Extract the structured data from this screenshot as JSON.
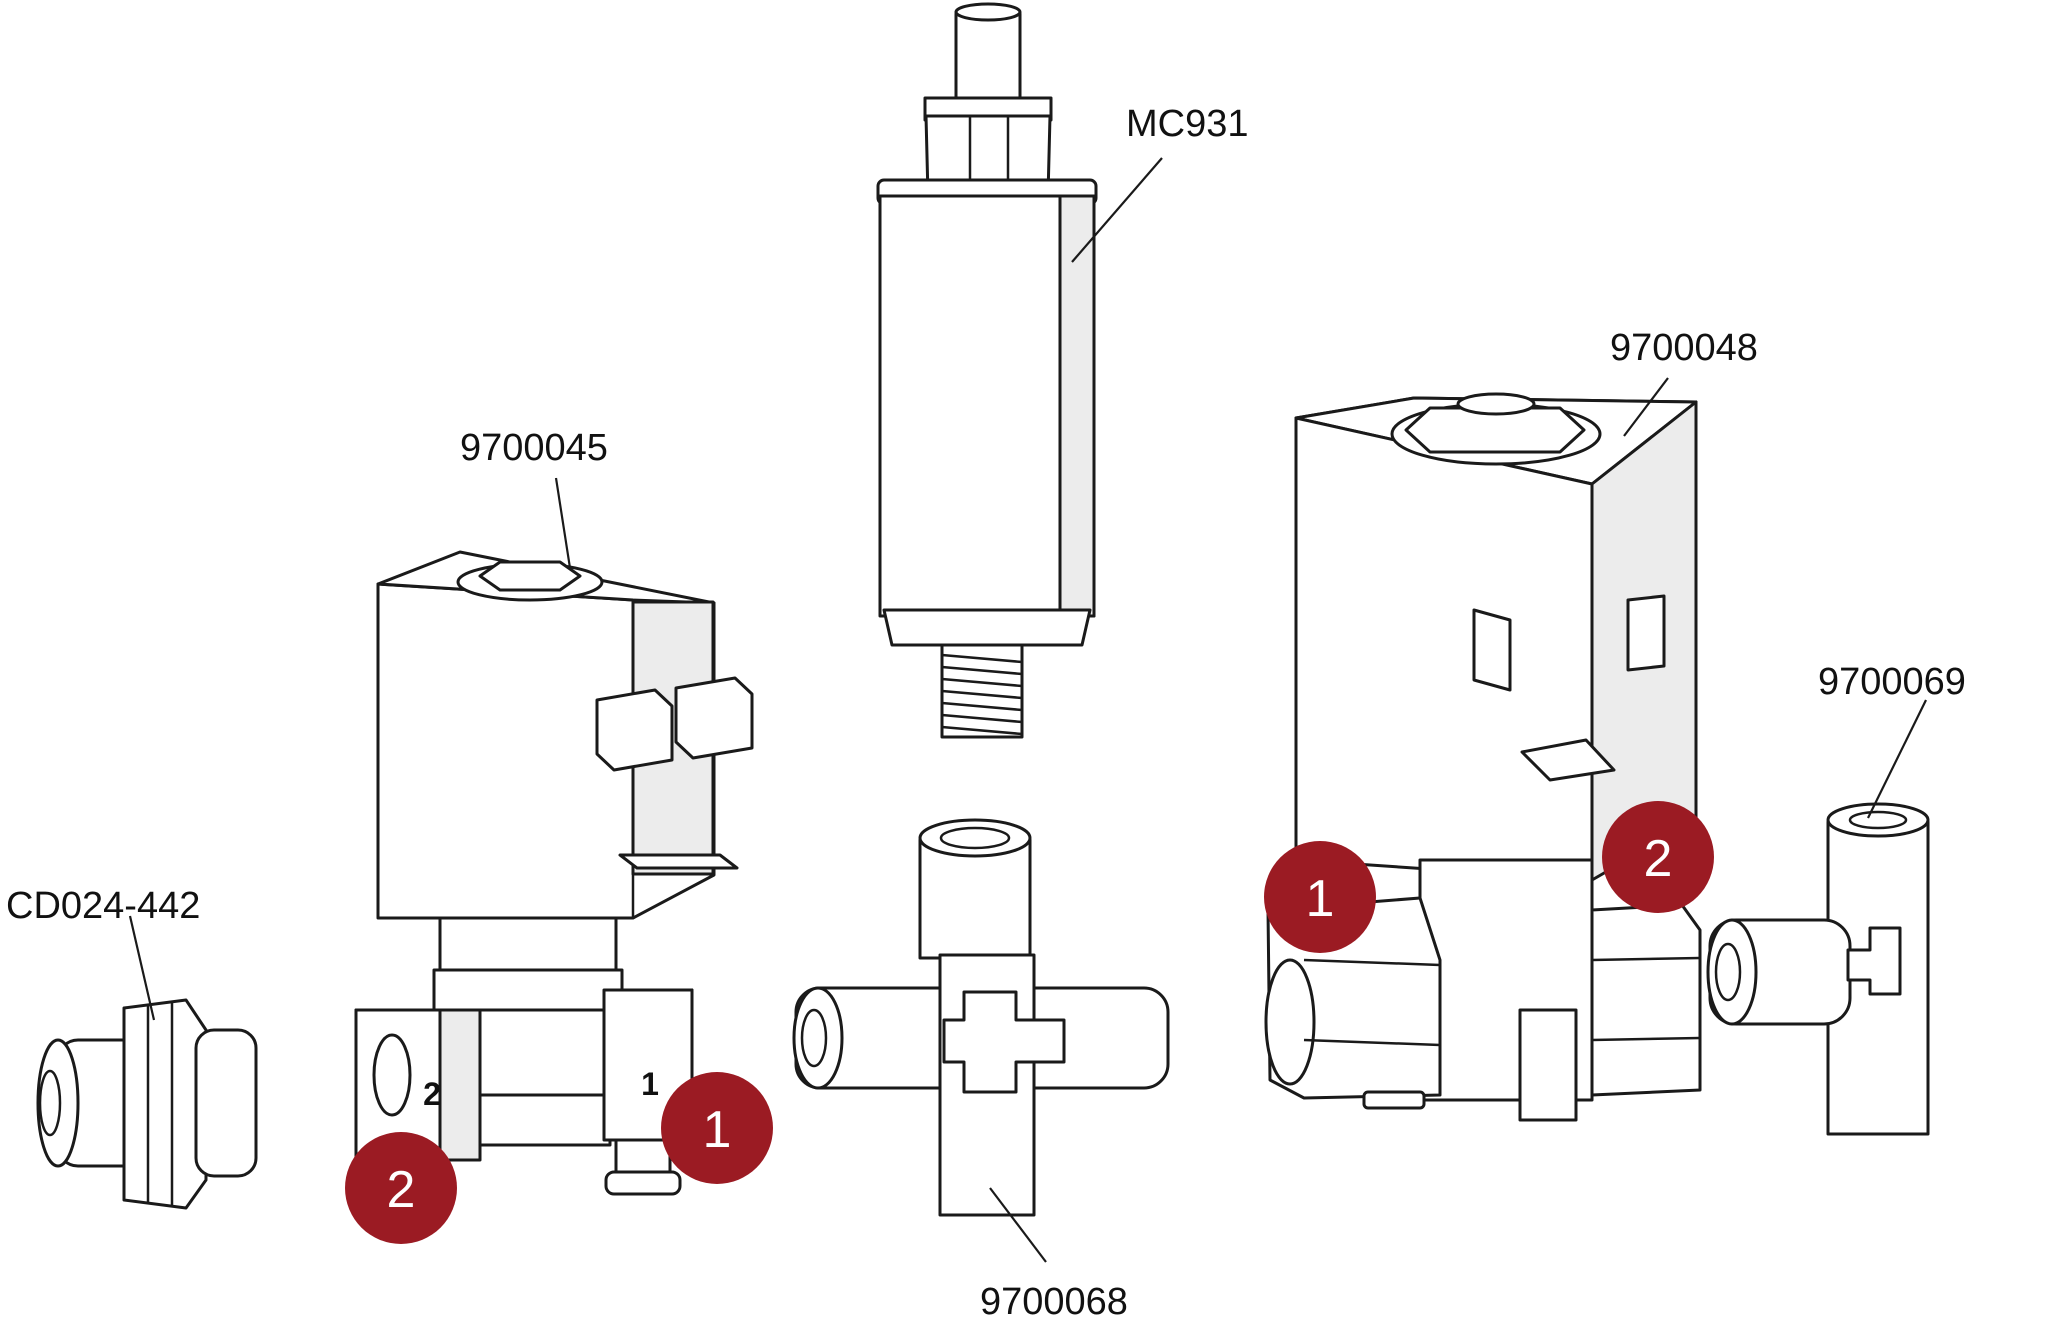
{
  "labels": {
    "mc931": "MC931",
    "v9700045": "9700045",
    "v9700048": "9700048",
    "v9700068": "9700068",
    "v9700069": "9700069",
    "cd024": "CD024-442"
  },
  "body_marks": {
    "left_port": "2",
    "right_port": "1"
  },
  "badges": {
    "left_valve_port_1": "1",
    "left_valve_port_2": "2",
    "right_valve_port_1": "1",
    "right_valve_port_2": "2"
  },
  "colors": {
    "badge": "#9b1b23",
    "line": "#1a1a1a",
    "shade": "#ececec"
  }
}
